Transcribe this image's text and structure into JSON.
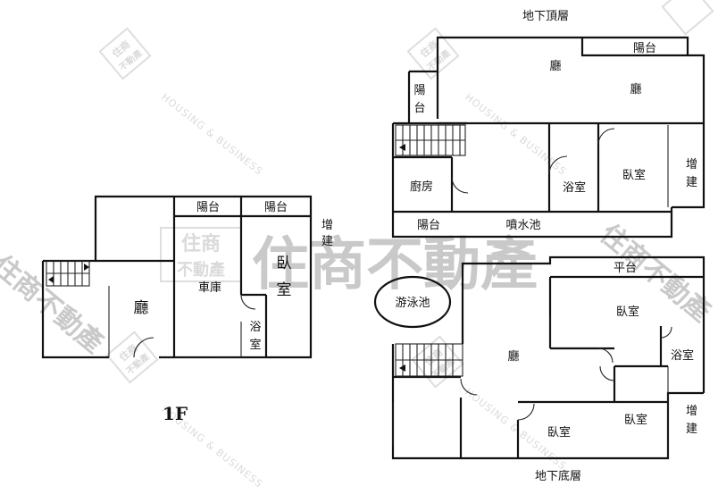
{
  "watermark": {
    "brand": "住商不動產",
    "stamp_line1": "住商",
    "stamp_line2": "不動產",
    "tagline": "HOUSING & BUSINESS"
  },
  "plan_1f": {
    "caption": "1F",
    "rooms": {
      "balcony_a": "陽台",
      "balcony_b": "陽台",
      "extension": "增建",
      "hall": "廳",
      "garage": "車庫",
      "bedroom": "臥室",
      "bathroom": "浴室"
    }
  },
  "plan_top": {
    "caption": "地下頂層",
    "rooms": {
      "balcony_top": "陽台",
      "hall_1": "廳",
      "hall_2": "廳",
      "balcony_left": "陽台",
      "kitchen": "廚房",
      "bathroom": "浴室",
      "bedroom": "臥室",
      "extension": "增建",
      "balcony_bottom": "陽台",
      "fountain": "噴水池"
    }
  },
  "plan_bottom": {
    "caption": "地下底層",
    "rooms": {
      "pool": "游泳池",
      "terrace": "平台",
      "bedroom_1": "臥室",
      "hall": "廳",
      "bathroom": "浴室",
      "bedroom_2": "臥室",
      "bedroom_3": "臥室",
      "extension": "增建"
    }
  }
}
